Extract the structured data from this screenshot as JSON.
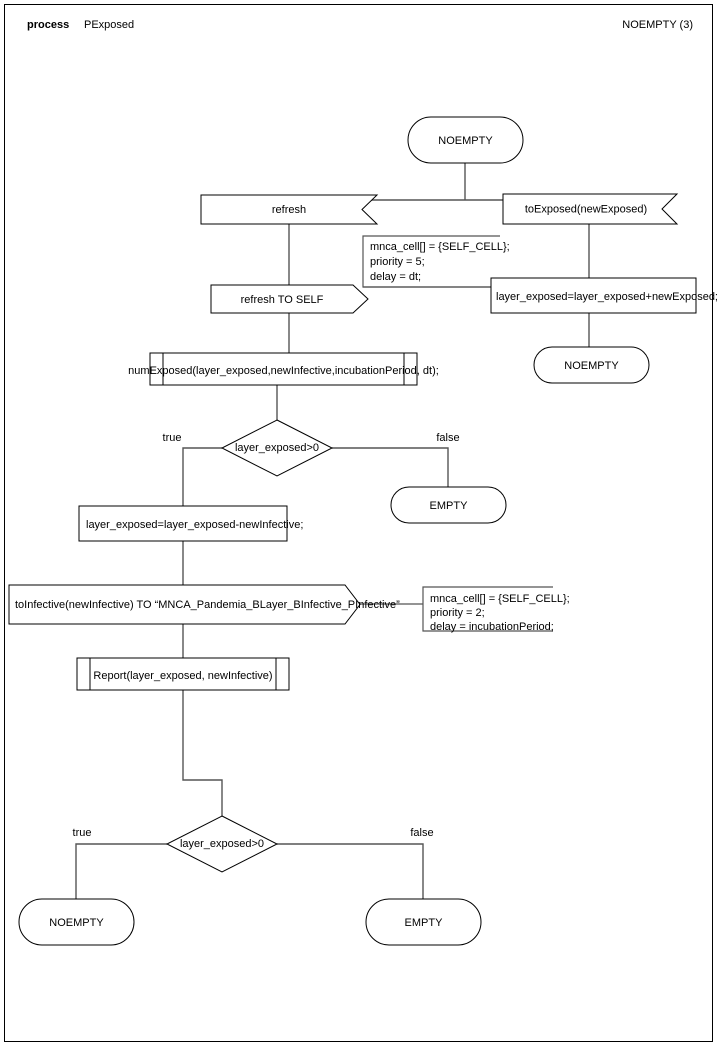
{
  "header": {
    "kind_label": "process",
    "process_name": "PExposed",
    "state_label": "NOEMPTY (3)"
  },
  "nodes": {
    "start_state": "NOEMPTY",
    "input_refresh": "refresh",
    "input_toexposed": "toExposed(newExposed)",
    "output_refresh_self": "refresh TO SELF",
    "comment_refresh": {
      "line1": "mnca_cell[] = {SELF_CELL};",
      "line2": "priority = 5;",
      "line3": "delay = dt;"
    },
    "task_add_exposed": "layer_exposed=layer_exposed+newExposed;",
    "state_after_exposed": "NOEMPTY",
    "proc_numexposed": "numExposed(layer_exposed,newInfective,incubationPeriod, dt);",
    "decision_1": "layer_exposed>0",
    "decision_1_true": "true",
    "decision_1_false": "false",
    "state_empty_1": "EMPTY",
    "task_sub_infective": "layer_exposed=layer_exposed-newInfective;",
    "output_toinfective": "toInfective(newInfective) TO “MNCA_Pandemia_BLayer_BInfective_PInfective”",
    "comment_toinfective": {
      "line1": "mnca_cell[] = {SELF_CELL};",
      "line2": "priority = 2;",
      "line3": "delay = incubationPeriod;"
    },
    "proc_report": "Report(layer_exposed, newInfective)",
    "decision_2": "layer_exposed>0",
    "decision_2_true": "true",
    "decision_2_false": "false",
    "state_noempty_end": "NOEMPTY",
    "state_empty_end": "EMPTY"
  },
  "colors": {
    "stroke": "#000000",
    "connector": "#555555",
    "background": "#ffffff"
  }
}
